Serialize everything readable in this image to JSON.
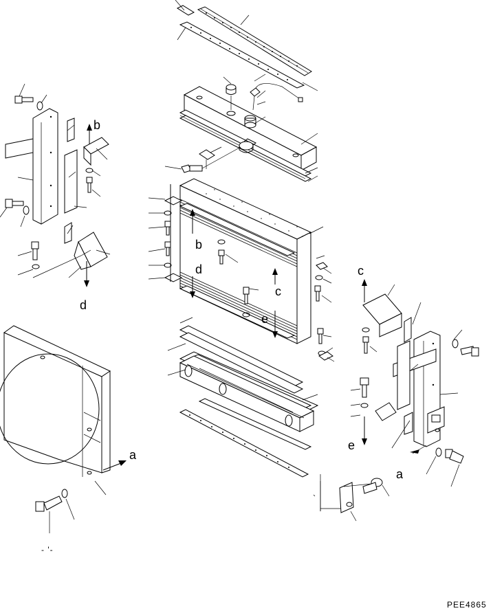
{
  "diagram": {
    "labels": {
      "a": "a",
      "b": "b",
      "c": "c",
      "d": "d",
      "e": "e"
    },
    "drawing_code": "PEE4865"
  }
}
